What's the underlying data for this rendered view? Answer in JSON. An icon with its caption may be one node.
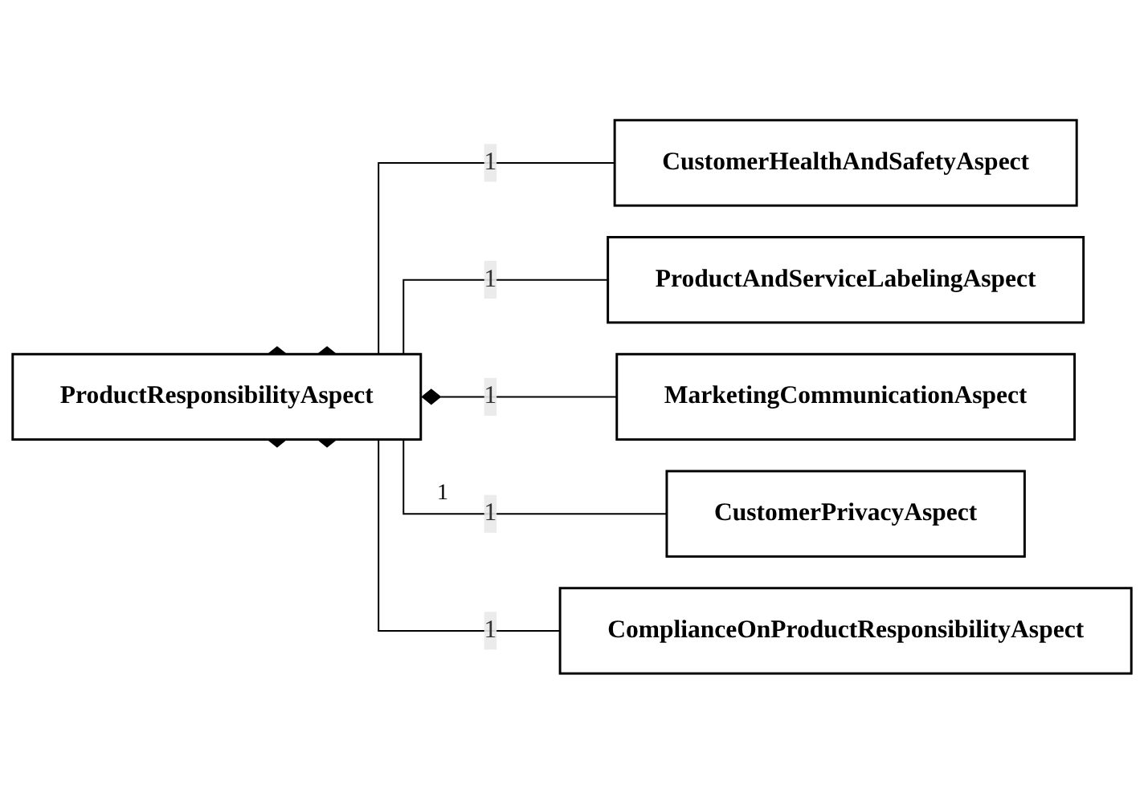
{
  "diagram": {
    "nodes": [
      {
        "text": [
          "ProductResponsibilityAspect"
        ]
      },
      {
        "text": [
          "CustomerHealthAndSafetyAspect"
        ]
      },
      {
        "text": [
          "ProductAndServiceLabelingAspect"
        ]
      },
      {
        "text": [
          "MarketingCommunicationAspect"
        ]
      },
      {
        "text": [
          "CustomerPrivacyAspect"
        ]
      },
      {
        "text": [
          "ComplianceOnProductResponsibilityAspect"
        ]
      }
    ],
    "edges": [
      {
        "from": 0,
        "to": 1,
        "arrow": "other",
        "label": "1"
      },
      {
        "from": 0,
        "to": 2,
        "arrow": "other",
        "label": "1"
      },
      {
        "from": 0,
        "to": 3,
        "arrow": "other",
        "label": "1"
      },
      {
        "from": 0,
        "to": 4,
        "arrow": "other",
        "label": "1"
      },
      {
        "from": 0,
        "to": 5,
        "arrow": "other",
        "label": "1"
      }
    ],
    "labels": [
      "1"
    ]
  }
}
